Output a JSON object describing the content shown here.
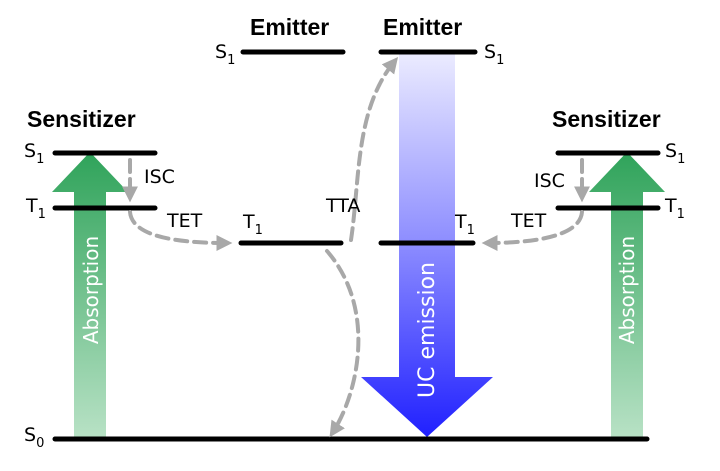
{
  "titles": {
    "sensitizer_left": "Sensitizer",
    "sensitizer_right": "Sensitizer",
    "emitter_left": "Emitter",
    "emitter_right": "Emitter"
  },
  "levels": {
    "s0": {
      "main": "S",
      "sub": "0"
    },
    "s1": {
      "main": "S",
      "sub": "1"
    },
    "t1": {
      "main": "T",
      "sub": "1"
    }
  },
  "processes": {
    "isc": "ISC",
    "tet": "TET",
    "tta": "TTA"
  },
  "arrows": {
    "absorption": "Absorption",
    "uc_emission": "UC emission"
  },
  "colors": {
    "absorption_green": "#2fa35a",
    "uc_blue": "#2323ff",
    "dashed_gray": "#a8a8a8"
  }
}
